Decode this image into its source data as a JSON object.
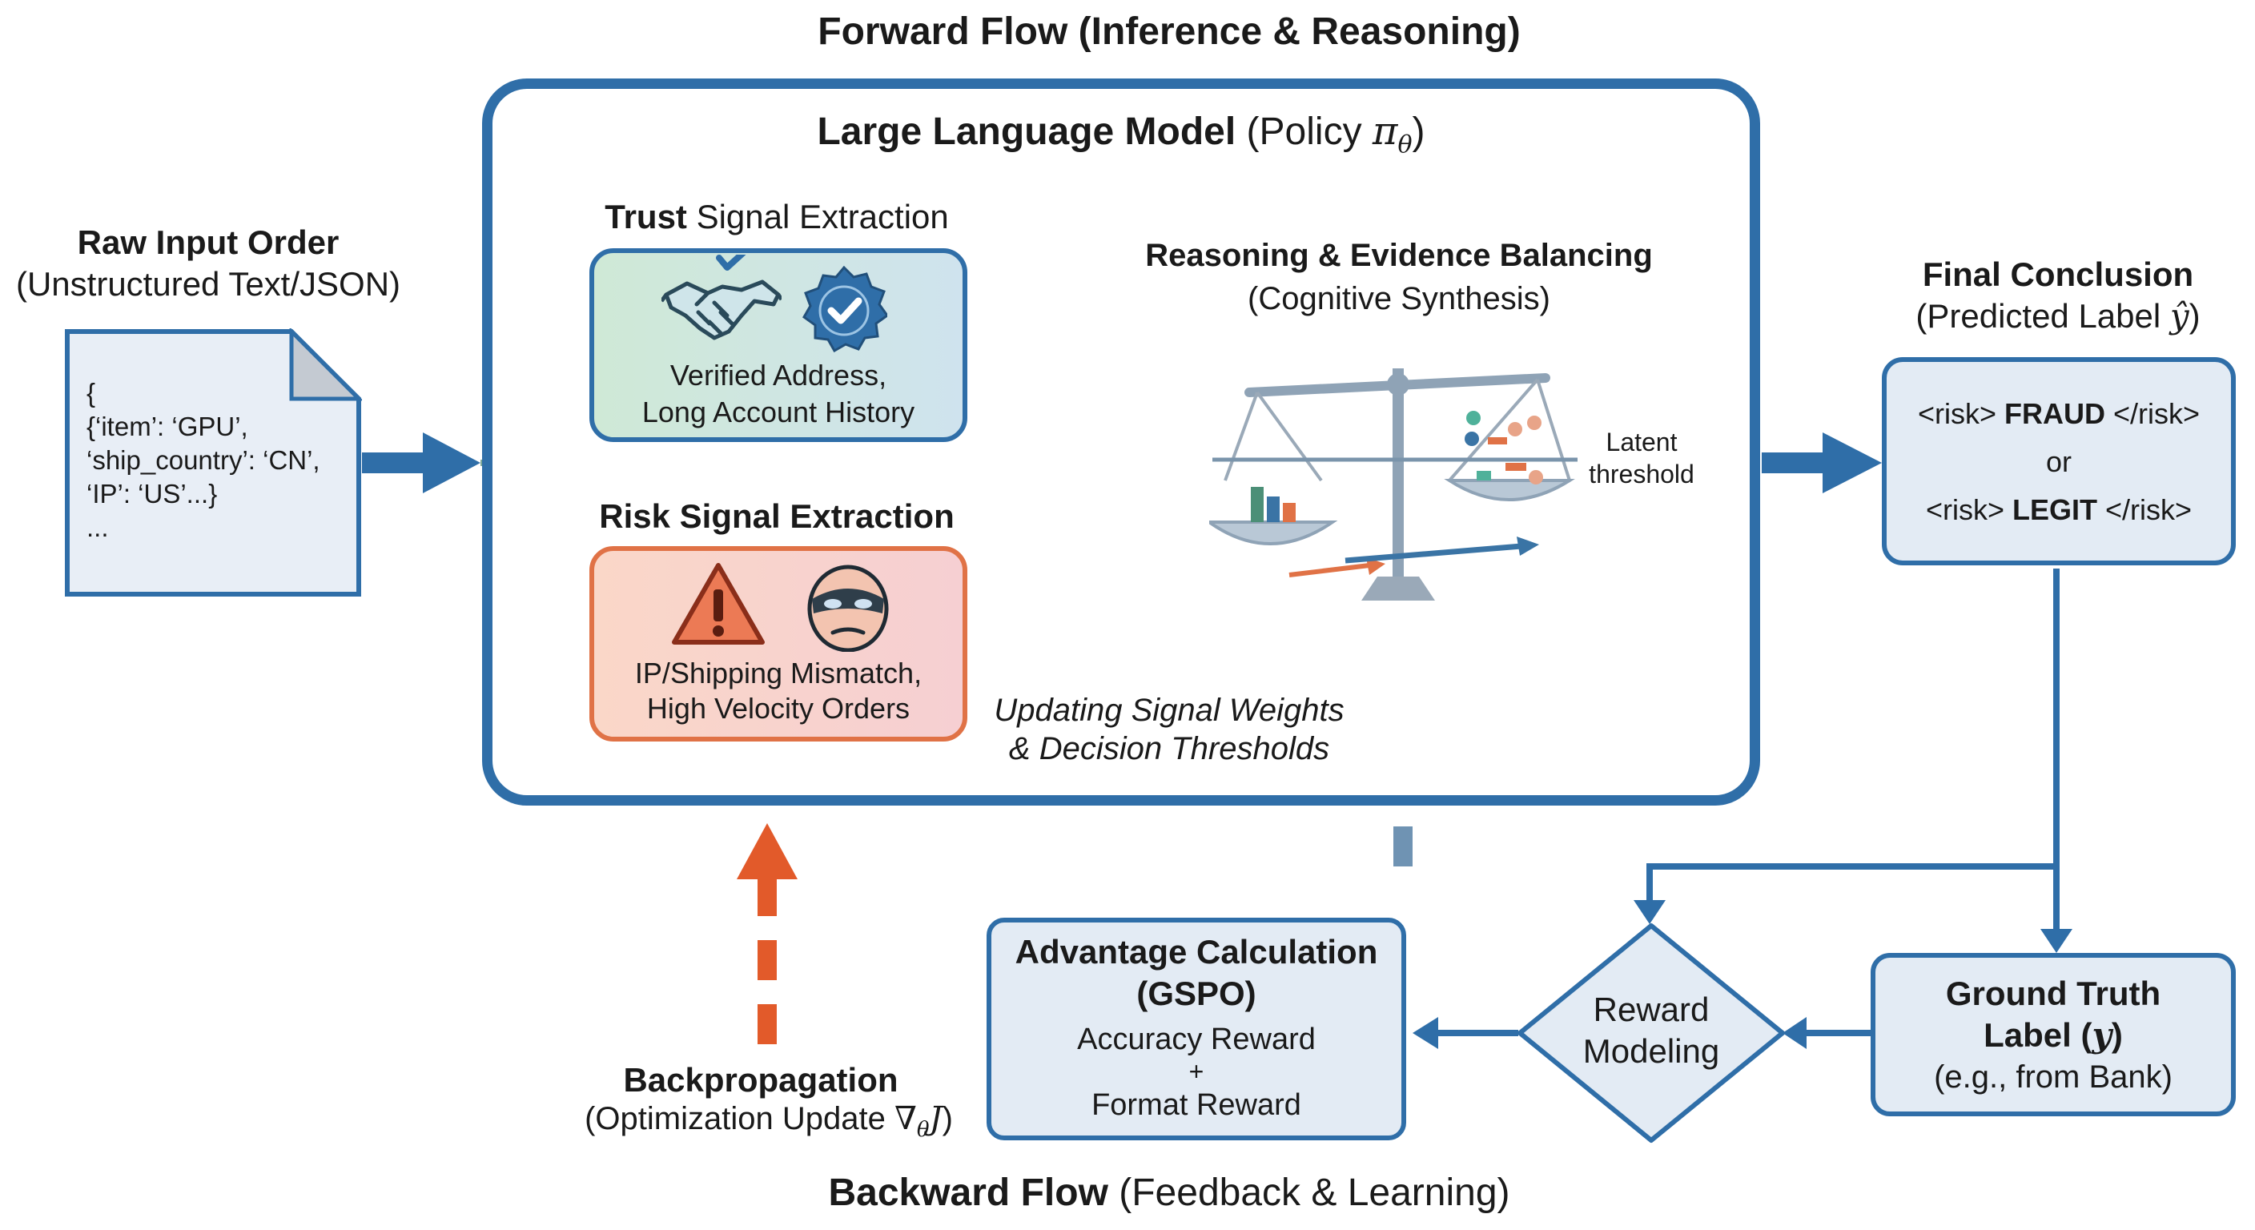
{
  "forward_title": "Forward Flow (Inference & Reasoning)",
  "llm": {
    "title_bold": "Large Language Model",
    "title_rest": " (Policy ",
    "title_sym": "π",
    "title_sub": "θ",
    "title_close": ")"
  },
  "raw_input": {
    "title": "Raw Input Order",
    "subtitle": "(Unstructured Text/JSON)",
    "lines": [
      "{",
      "{‘item’: ‘GPU’,",
      "‘ship_country’: ‘CN’,",
      "‘IP’: ‘US’...}",
      "..."
    ]
  },
  "trust": {
    "label_bold": "Trust",
    "label_rest": " Signal Extraction",
    "line1": "Verified Address,",
    "line2": "Long Account History",
    "icons": [
      "handshake-icon",
      "verified-badge-icon"
    ]
  },
  "risk": {
    "label": "Risk Signal Extraction",
    "line1": "IP/Shipping Mismatch,",
    "line2": "High Velocity Orders",
    "icons": [
      "warning-icon",
      "masked-fraudster-icon"
    ]
  },
  "reasoning": {
    "title": "Reasoning & Evidence Balancing",
    "subtitle": "(Cognitive Synthesis)",
    "latent1": "Latent",
    "latent2": "threshold",
    "icon": "balance-scale-icon"
  },
  "update_note": {
    "line1": "Updating Signal Weights",
    "line2": "& Decision Thresholds"
  },
  "final": {
    "title": "Final Conclusion",
    "subtitle_pre": "(Predicted Label ",
    "subtitle_sym": "ŷ",
    "subtitle_post": ")",
    "fraud_open": "<risk> ",
    "fraud_word": "FRAUD",
    "fraud_close": " </risk>",
    "or": "or",
    "legit_open": "<risk> ",
    "legit_word": "LEGIT",
    "legit_close": " </risk>"
  },
  "ground_truth": {
    "line1": "Ground Truth",
    "line2_pre": "Label (",
    "line2_sym": "y",
    "line2_post": ")",
    "line3": "(e.g., from Bank)"
  },
  "reward": {
    "line1": "Reward",
    "line2": "Modeling"
  },
  "advantage": {
    "title1": "Advantage Calculation",
    "title2": "(GSPO)",
    "line1": "Accuracy Reward",
    "plus": "+",
    "line2": "Format Reward"
  },
  "backprop": {
    "title": "Backpropagation",
    "sub_pre": "(Optimization Update ",
    "sub_sym": "∇",
    "sub_sub": "θ",
    "sub_J": "J",
    "sub_post": ")"
  },
  "backward_title_bold": "Backward Flow",
  "backward_title_rest": " (Feedback & Learning)",
  "colors": {
    "blue": "#2f6ea8",
    "green": "#6aa889",
    "orange": "#e07246",
    "dashed_start": "#e05a2c",
    "dashed_end": "#6b8fb0"
  }
}
